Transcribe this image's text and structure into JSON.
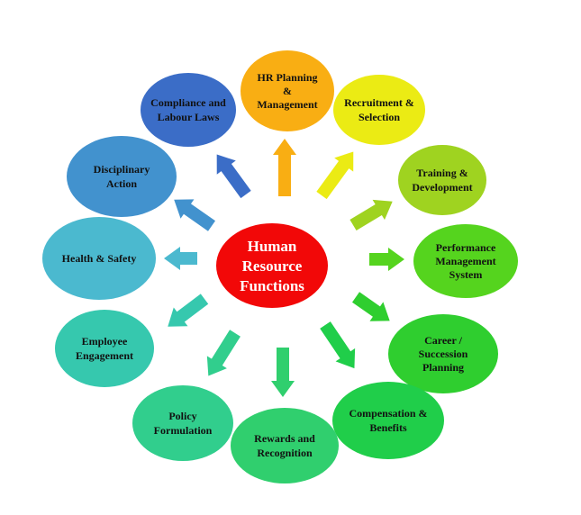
{
  "center": {
    "label": "Human Resource Functions",
    "lines": [
      "Human",
      "Resource",
      "Functions"
    ],
    "color": "#F20808",
    "text_color": "#FFFFFF"
  },
  "nodes": [
    {
      "id": "hr-planning-management",
      "label": "HR Planning & Management",
      "lines": [
        "HR Planning",
        "&",
        "Management"
      ],
      "color": "#F9AE13"
    },
    {
      "id": "recruitment-selection",
      "label": "Recruitment & Selection",
      "lines": [
        "Recruitment &",
        "Selection"
      ],
      "color": "#EBEB14"
    },
    {
      "id": "training-development",
      "label": "Training & Development",
      "lines": [
        "Training &",
        "Development"
      ],
      "color": "#9FD320"
    },
    {
      "id": "performance-management-system",
      "label": "Performance Management System",
      "lines": [
        "Performance",
        "Management",
        "System"
      ],
      "color": "#55D41E"
    },
    {
      "id": "career-succession-planning",
      "label": "Career / Succession Planning",
      "lines": [
        "Career /",
        "Succession",
        "Planning"
      ],
      "color": "#2FCE2F"
    },
    {
      "id": "compensation-benefits",
      "label": "Compensation & Benefits",
      "lines": [
        "Compensation &",
        "Benefits"
      ],
      "color": "#20CE4A"
    },
    {
      "id": "rewards-recognition",
      "label": "Rewards and Recognition",
      "lines": [
        "Rewards and",
        "Recognition"
      ],
      "color": "#30CF6E"
    },
    {
      "id": "policy-formulation",
      "label": "Policy Formulation",
      "lines": [
        "Policy",
        "Formulation"
      ],
      "color": "#31CE8D"
    },
    {
      "id": "employee-engagement",
      "label": "Employee Engagement",
      "lines": [
        "Employee",
        "Engagement"
      ],
      "color": "#36C8AE"
    },
    {
      "id": "health-safety",
      "label": "Health & Safety",
      "lines": [
        "Health & Safety"
      ],
      "color": "#4BB9CF"
    },
    {
      "id": "disciplinary-action",
      "label": "Disciplinary Action",
      "lines": [
        "Disciplinary",
        "Action"
      ],
      "color": "#4292CE"
    },
    {
      "id": "compliance-labour-laws",
      "label": "Compliance and Labour Laws",
      "lines": [
        "Compliance and",
        "Labour Laws"
      ],
      "color": "#3B6DC7"
    }
  ]
}
